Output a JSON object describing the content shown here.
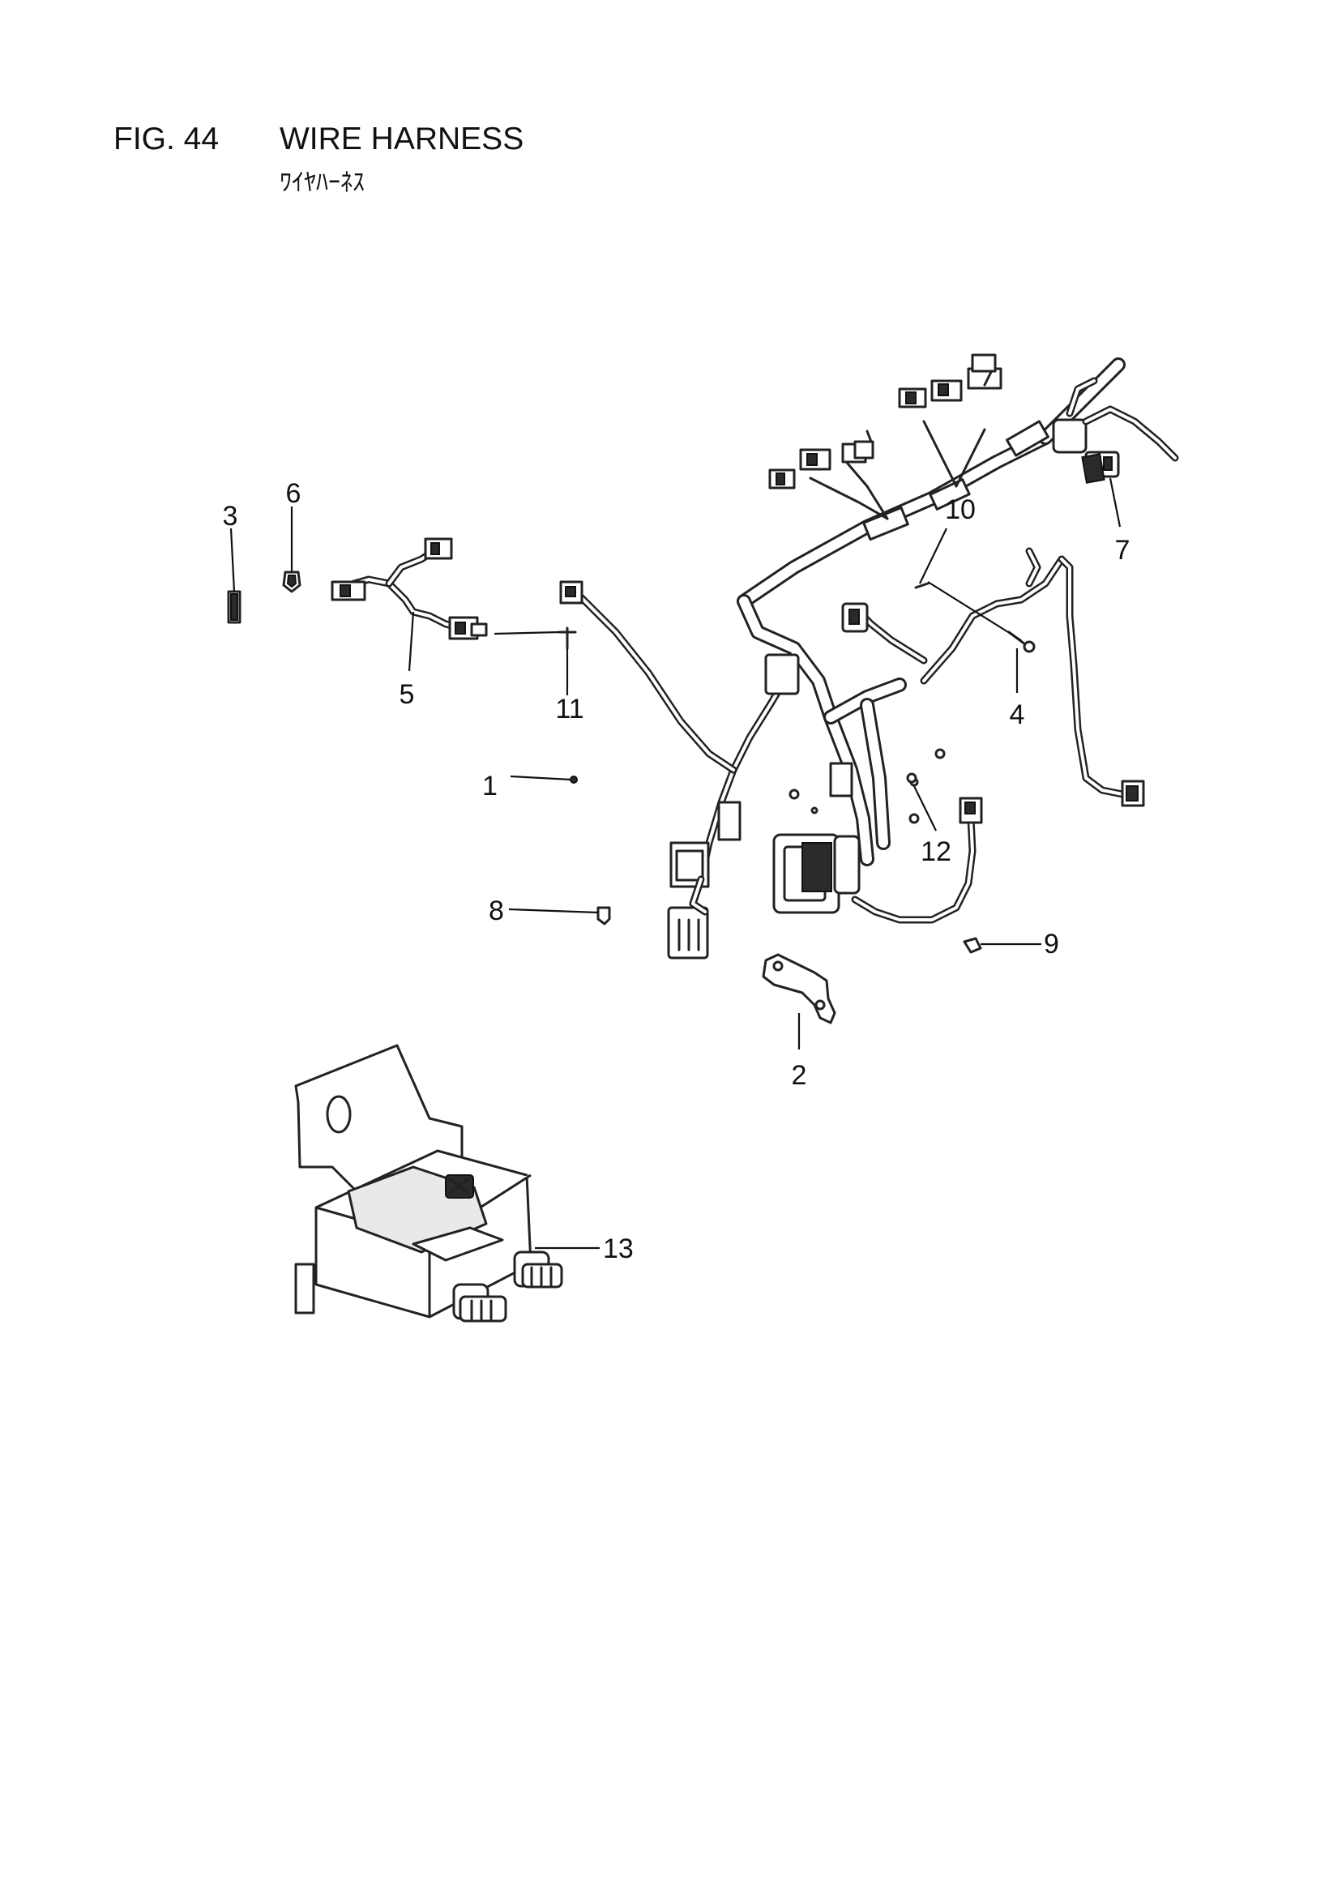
{
  "header": {
    "figure_number": "FIG. 44",
    "title": "WIRE HARNESS",
    "subtitle": "ﾜｲﾔﾊｰﾈｽ"
  },
  "callouts": [
    {
      "id": "callout-1",
      "label": "1"
    },
    {
      "id": "callout-2",
      "label": "2"
    },
    {
      "id": "callout-3",
      "label": "3"
    },
    {
      "id": "callout-4",
      "label": "4"
    },
    {
      "id": "callout-5",
      "label": "5"
    },
    {
      "id": "callout-6",
      "label": "6"
    },
    {
      "id": "callout-7",
      "label": "7"
    },
    {
      "id": "callout-8",
      "label": "8"
    },
    {
      "id": "callout-9",
      "label": "9"
    },
    {
      "id": "callout-10",
      "label": "10"
    },
    {
      "id": "callout-11",
      "label": "11"
    },
    {
      "id": "callout-12",
      "label": "12"
    },
    {
      "id": "callout-13",
      "label": "13"
    }
  ]
}
